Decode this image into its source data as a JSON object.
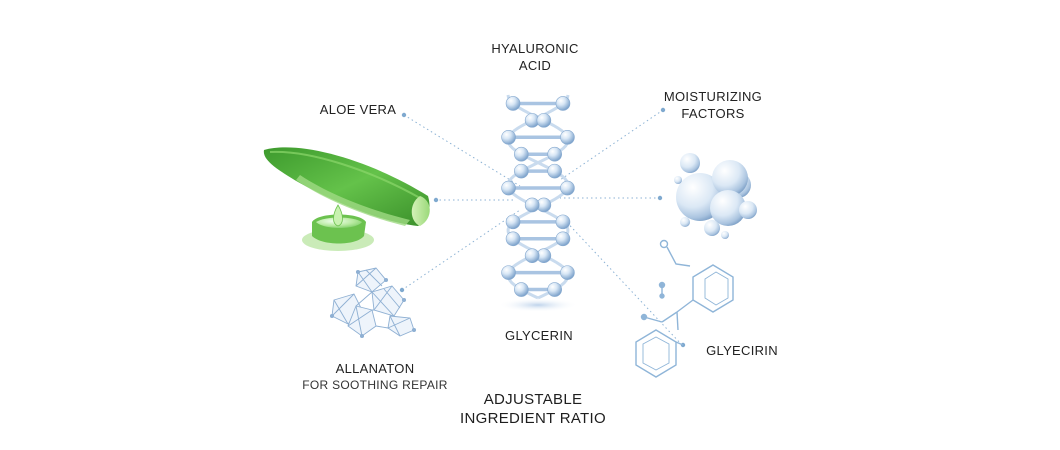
{
  "diagram": {
    "labels": {
      "hyaluronic_acid": {
        "line1": "HYALURONIC",
        "line2": "ACID"
      },
      "aloe_vera": "ALOE VERA",
      "moisturizing_factors": {
        "line1": "MOISTURIZING",
        "line2": "FACTORS"
      },
      "glycerin": "GLYCERIN",
      "glyecirin": "GLYECIRIN",
      "allanaton": {
        "line1": "ALLANATON",
        "line2": "FOR SOOTHING REPAIR"
      },
      "adjustable_ratio": {
        "line1": "ADJUSTABLE",
        "line2": "INGREDIENT RATIO"
      }
    },
    "colors": {
      "aloe_green": "#5fb84a",
      "aloe_light": "#b9e59a",
      "dna_blue": "#8fb3d9",
      "connector": "#7fa9cf",
      "molecule_line": "#8fb5d8",
      "text": "#222222"
    },
    "icons": [
      "aloe-leaf-icon",
      "dna-helix-icon",
      "bubbles-icon",
      "chemical-structure-icon",
      "crystal-lattice-icon"
    ]
  }
}
